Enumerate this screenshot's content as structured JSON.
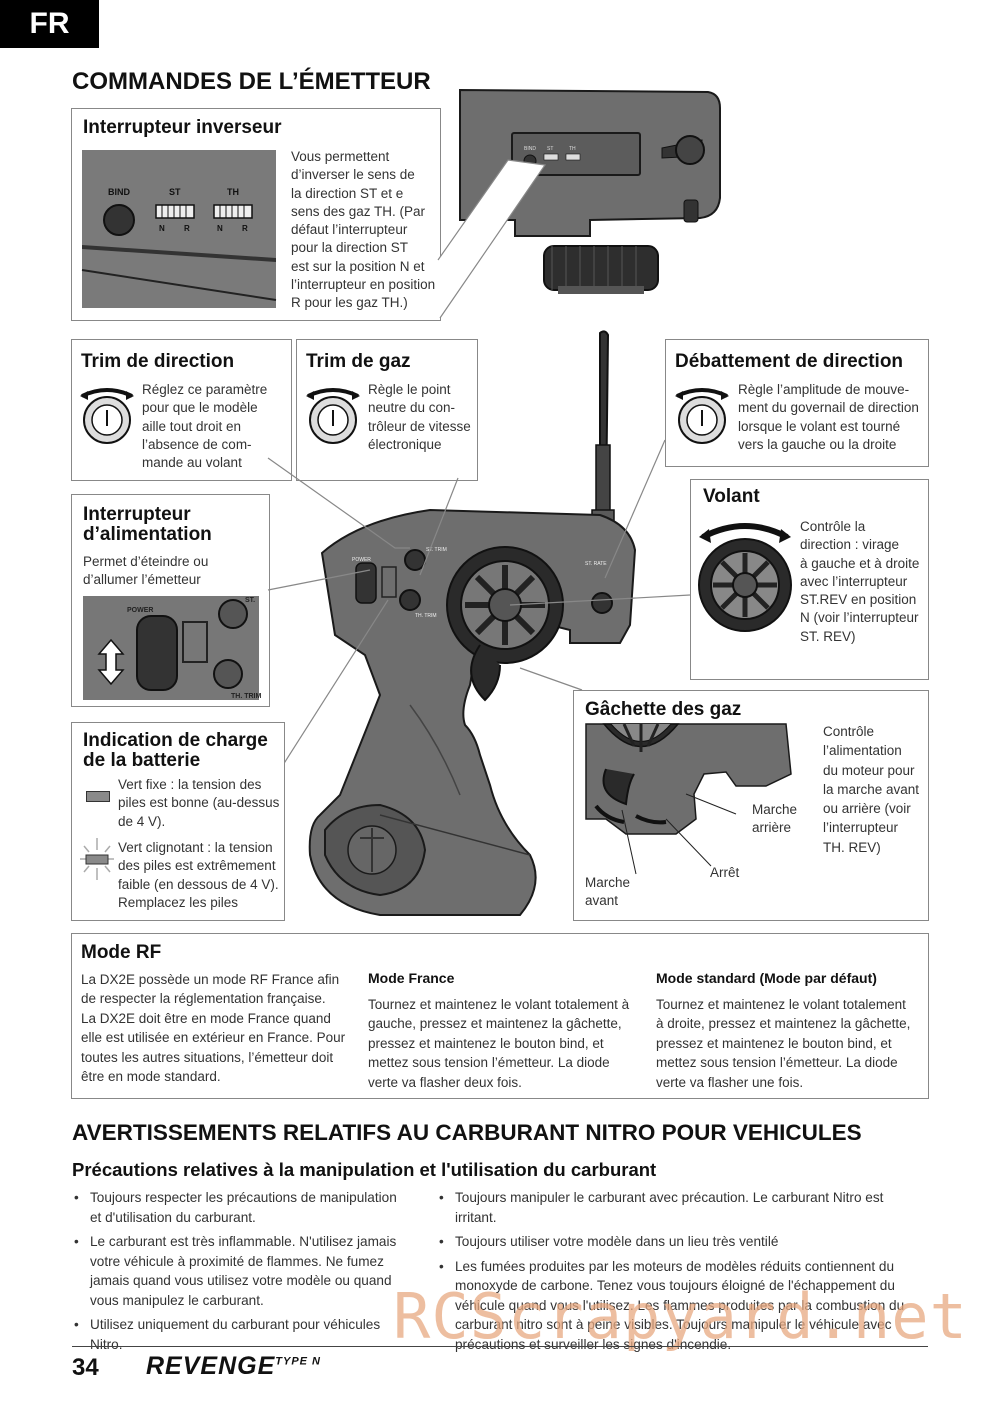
{
  "lang_tab": "FR",
  "title": "COMMANDES DE L’ÉMETTEUR",
  "reverse": {
    "title": "Interrupteur inverseur",
    "labels": [
      "BIND",
      "ST",
      "TH",
      "N",
      "R",
      "N",
      "R"
    ],
    "lines": [
      "Vous permettent",
      "d’inverser le sens de",
      "la direction ST et e",
      "sens des gaz TH. (Par",
      "défaut l’interrupteur",
      "pour la direction ST",
      "est sur la position N et",
      "l’interrupteur en position",
      "R pour les gaz TH.)"
    ]
  },
  "steer_trim": {
    "title": "Trim de direction",
    "lines": [
      "Réglez ce paramètre",
      "pour que le modèle",
      "aille tout droit en",
      "l’absence de com-",
      "mande au volant"
    ]
  },
  "throttle_trim": {
    "title": "Trim de gaz",
    "lines": [
      "Règle le point",
      "neutre du con-",
      "trôleur de vitesse",
      "électronique"
    ]
  },
  "steer_rate": {
    "title": "Débattement de direction",
    "lines": [
      "Règle l’amplitude de mouve-",
      "ment du governail de direction",
      "lorsque le volant est tourné",
      "vers la gauche ou la droite"
    ]
  },
  "power": {
    "title_lines": [
      "Interrupteur",
      "d’alimentation"
    ],
    "lines": [
      "Permet d’éteindre ou",
      "d’allumer l’émetteur"
    ],
    "labels": [
      "POWER",
      "ST.",
      "TH. TRIM"
    ]
  },
  "wheel": {
    "title": "Volant",
    "lines": [
      "Contrôle la",
      "direction : virage",
      "à gauche et à droite",
      "avec l’interrupteur",
      "ST.REV en position",
      "N (voir l’interrupteur",
      "ST. REV)"
    ]
  },
  "battery": {
    "title_lines": [
      "Indication de charge",
      "de la batterie"
    ],
    "solid": [
      "Vert fixe : la tension des",
      "piles est bonne (au-dessus",
      "de 4 V)."
    ],
    "blink": [
      "Vert clignotant : la tension",
      "des piles est extrêmement",
      "faible (en dessous de 4 V).",
      "Remplacez les piles"
    ]
  },
  "trigger": {
    "title": "Gâchette des gaz",
    "lines": [
      "Contrôle",
      "l’alimentation",
      "du moteur pour",
      "la marche avant",
      "ou arrière (voir",
      "l’interrupteur",
      "TH. REV)"
    ],
    "back": [
      "Marche",
      "arrière"
    ],
    "stop": "Arrêt",
    "fwd": [
      "Marche",
      "avant"
    ]
  },
  "tx_labels": {
    "power": "POWER",
    "st_trim": "ST. TRIM",
    "th_trim": "TH. TRIM",
    "st_rate": "ST. RATE",
    "bind": "BIND",
    "st": "ST",
    "th": "TH"
  },
  "rf": {
    "title": "Mode RF",
    "intro": [
      "La DX2E possède un mode RF France afin",
      "de respecter la réglementation française.",
      "La DX2E doit être en mode France quand",
      "elle est utilisée en extérieur en France. Pour",
      "toutes les autres situations, l’émetteur doit",
      "être en mode standard."
    ],
    "france_title": "Mode France",
    "france": [
      "Tournez et maintenez le volant totalement à",
      "gauche, pressez et maintenez la gâchette,",
      "pressez et maintenez le bouton bind, et",
      "mettez sous tension l’émetteur. La diode",
      "verte va flasher deux fois."
    ],
    "std_title": "Mode standard (Mode par défaut)",
    "std": [
      "Tournez et maintenez le volant totalement",
      "à droite, pressez et maintenez la gâchette,",
      "pressez et maintenez le bouton bind, et",
      "mettez sous tension l’émetteur. La diode",
      "verte va flasher une fois."
    ]
  },
  "warn_title": "AVERTISSEMENTS RELATIFS AU CARBURANT NITRO POUR VEHICULES",
  "warn_sub": "Précautions relatives à la manipulation et l'utilisation du carburant",
  "warn_left": [
    "Toujours respecter les précautions de manipulation et d'utilisation du carburant.",
    "Le carburant est très inflammable. N'utilisez jamais votre véhicule à proximité de flammes. Ne fumez jamais quand vous utilisez votre modèle ou quand vous manipulez le carburant.",
    "Utilisez uniquement du carburant pour véhicules Nitro."
  ],
  "warn_right": [
    "Toujours manipuler le carburant avec précaution. Le carburant Nitro est irritant.",
    "Toujours utiliser votre modèle dans un lieu très ventilé",
    "Les fumées produites par les moteurs de modèles réduits contiennent du monoxyde de carbone. Tenez vous toujours éloigné de l'échappement du véhicule quand vous l'utilisez. Les flammes produites par la combustion du carburant nitro sont à peine visibles. Toujours manipuler le véhicule avec précautions et surveiller les signes d'incendie."
  ],
  "page_number": "34",
  "brand": "REVENGE",
  "brand_sub": "TYPE N",
  "watermark": "RCScrapyard.net",
  "colors": {
    "body": "#6e6e6e",
    "dark": "#3a3a3a",
    "led": "#8a8a8a"
  }
}
